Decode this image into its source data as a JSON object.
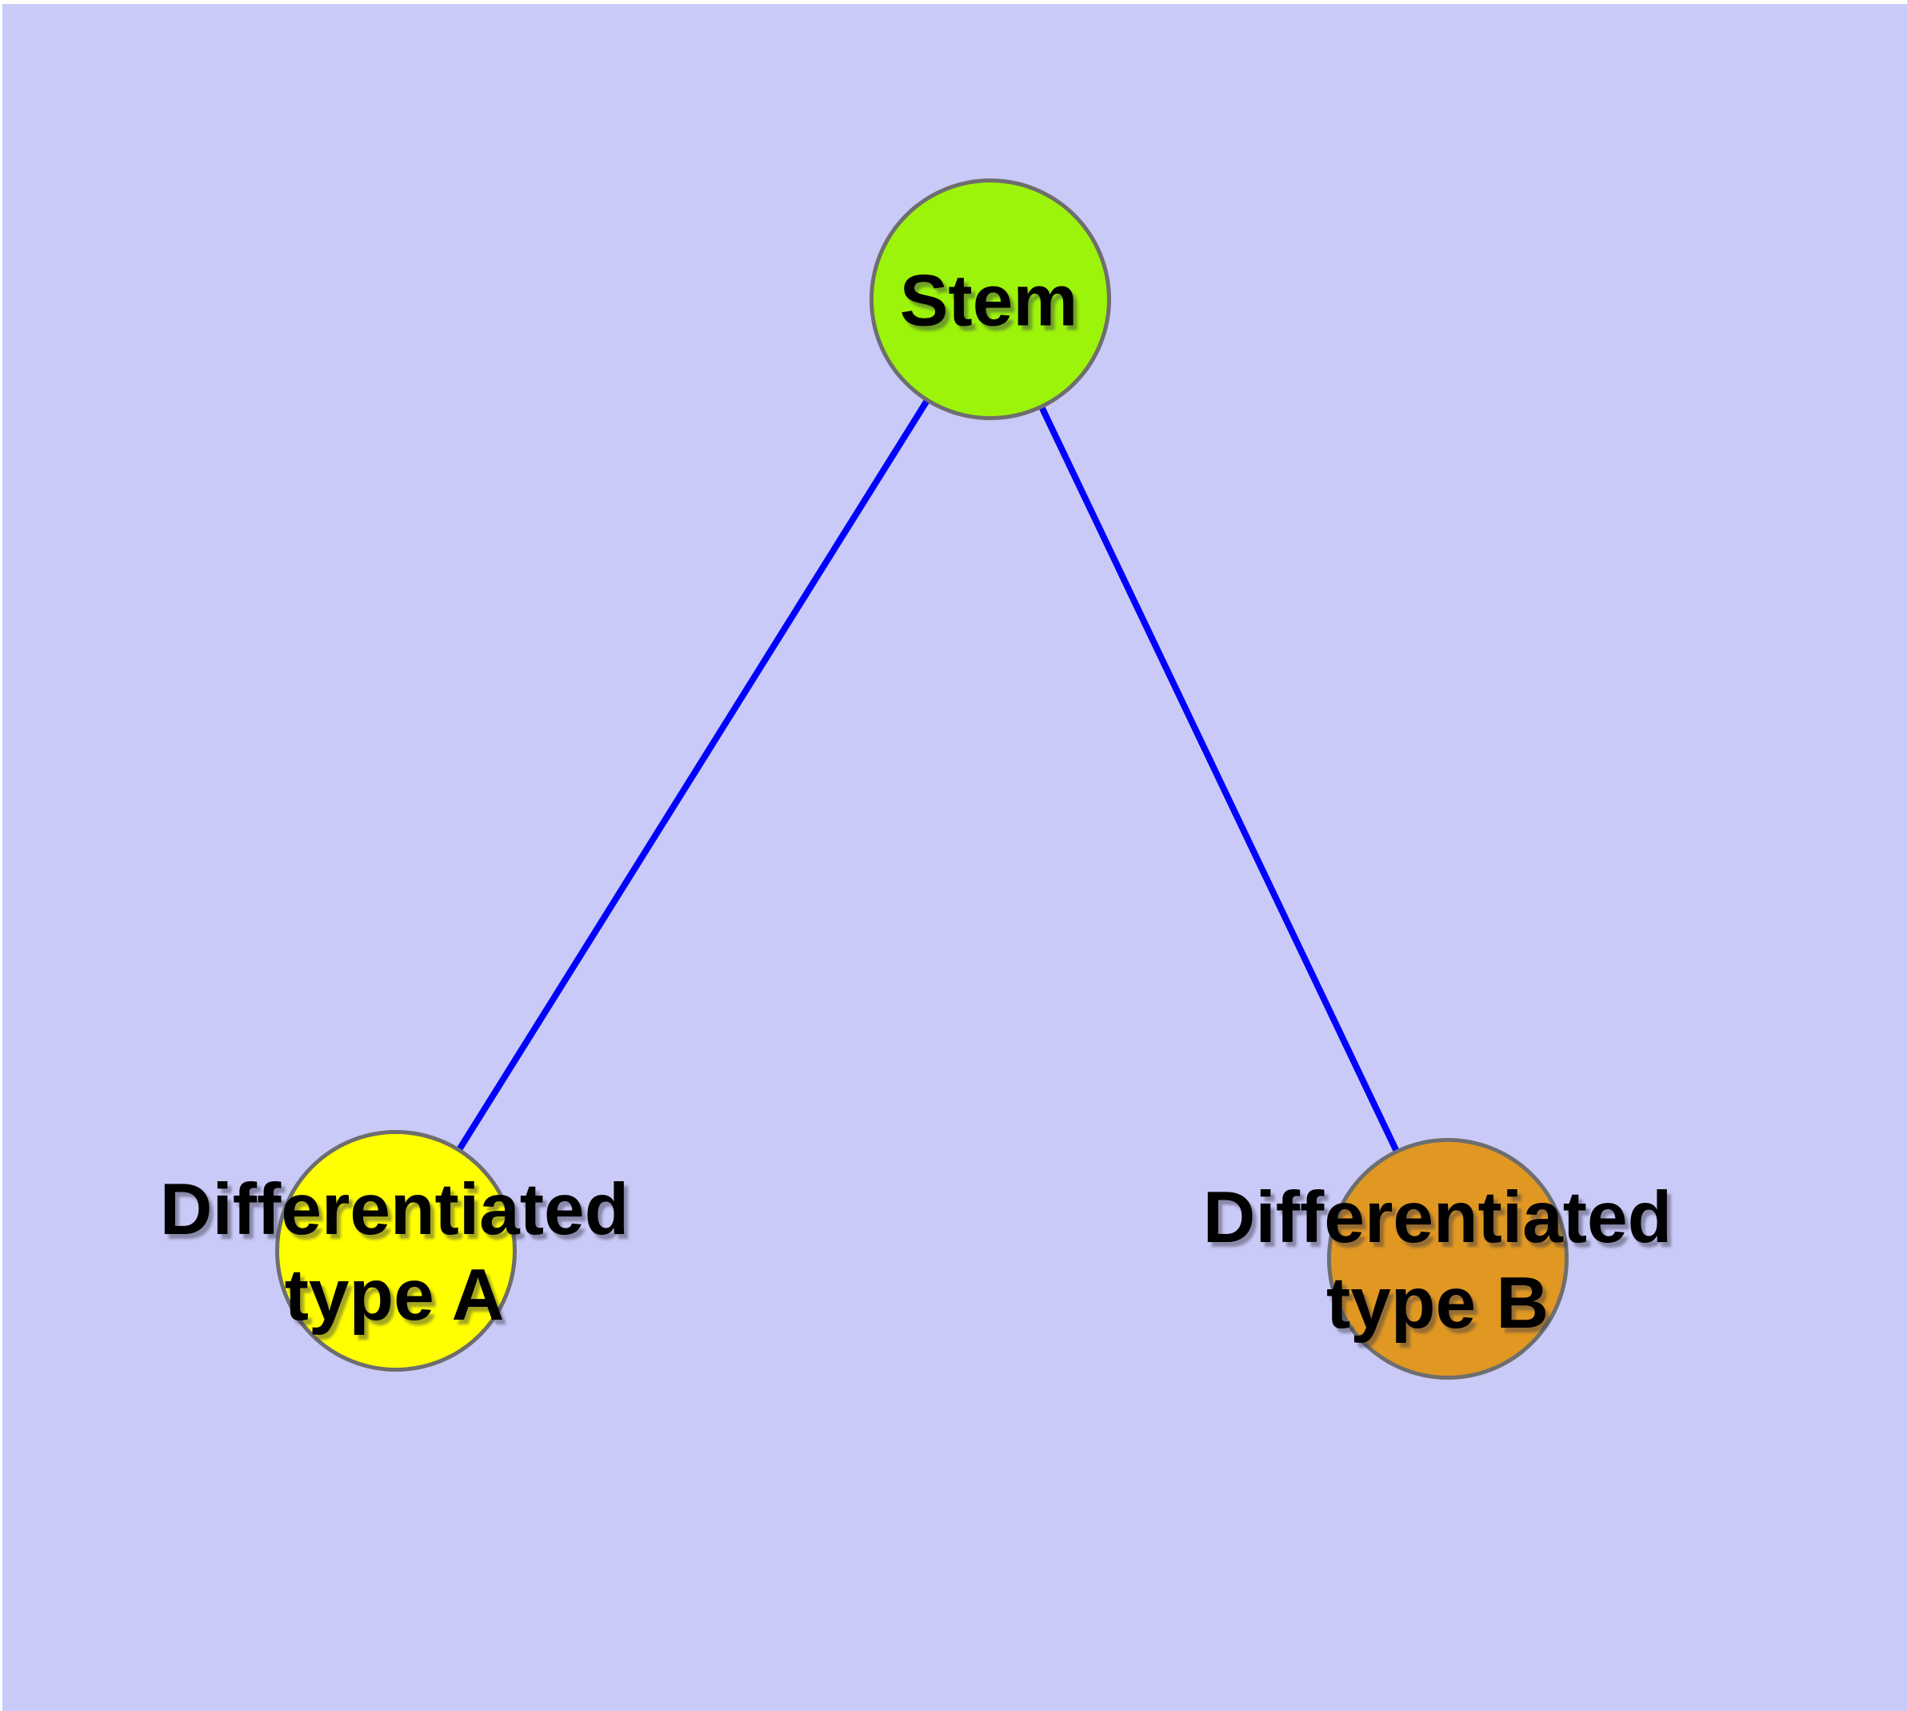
{
  "canvas": {
    "background": "#cacaf8",
    "margin_color": "#ffffff"
  },
  "graph": {
    "edge_style": {
      "color": "#0000ff"
    },
    "node_border_color": "#6e6e6e",
    "label_color": "#000000",
    "nodes": [
      {
        "id": "stem",
        "label": "Stem",
        "fill": "#9cf40a",
        "border": "#6e6e6e"
      },
      {
        "id": "differentiated-type-a",
        "label_lines": [
          "Differentiated",
          "type A"
        ],
        "fill": "#ffff00",
        "border": "#6e6e6e"
      },
      {
        "id": "differentiated-type-b",
        "label_lines": [
          "Differentiated",
          "type B"
        ],
        "fill": "#e09822",
        "border": "#6e6e6e"
      }
    ],
    "edges": [
      {
        "from": "stem",
        "to": "differentiated-type-a"
      },
      {
        "from": "stem",
        "to": "differentiated-type-b"
      }
    ]
  }
}
